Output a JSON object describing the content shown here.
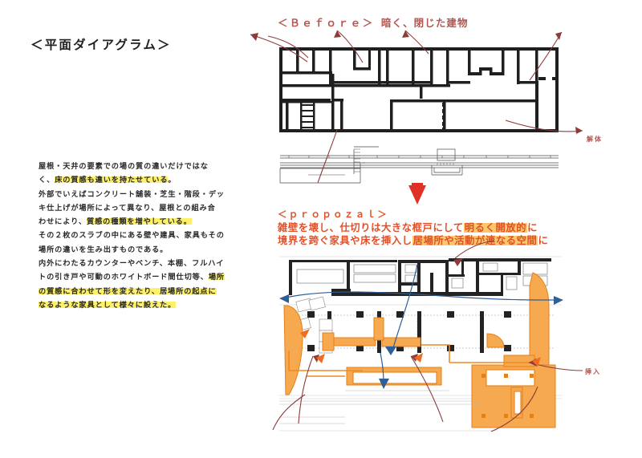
{
  "board": {
    "title": "＜平面ダイアグラム＞",
    "background_color": "#ffffff"
  },
  "before_section": {
    "tag": "＜Ｂｅｆｏｒｅ＞",
    "caption": "暗く、閉じた建物",
    "text_color": "#b3564f",
    "annotation": "解体"
  },
  "transition": {
    "arrow_icon": "down-arrow-icon",
    "color": "#e03127"
  },
  "proposal_section": {
    "tag": "＜ｐｒｏｐｏｚａｌ＞",
    "line1_a": "雑壁を壊し、仕切りは大きな框戸にして",
    "line1_hl": "明るく開放的",
    "line1_b": "に",
    "line2_a": "境界を跨ぐ家具や床を挿入し",
    "line2_hl": "居場所や活動が連なる空間",
    "line2_b": "に",
    "text_color": "#e0502a",
    "highlight_color": "#fbc96a",
    "annotation": "挿入"
  },
  "description": {
    "l1": "屋根・天井の要素での場の質の違いだけではな",
    "l2_a": "く、",
    "l2_hl": "床の質感も違いを持たせている",
    "l2_b": "。",
    "l3": "外部でいえばコンクリート舗装・芝生・階段・デッ",
    "l4": "キ仕上げが場所によって異なり、屋根との組み合",
    "l5_a": "わせにより、",
    "l5_hl": "質感の種類を増やしている。",
    "l6": "その２枚のスラブの中にある壁や建具、家具もその",
    "l7": "場所の違いを生み出すものである。",
    "l8": "内外にわたるカウンターやベンチ、本棚、フルハイ",
    "l9_a": "トの引き戸や可動のホワイトボード間仕切等、",
    "l9_hl": "場所",
    "l10_hl": "の質感に合わせて形を変えたり、居場所の起点に",
    "l11_hl": "なるような家具として様々に設えた。",
    "highlight_color": "#fdf06a"
  },
  "drawings": {
    "before_plan": {
      "name": "before-floor-plan",
      "wall_color": "#1f1f1f",
      "description": "Dark heavy-walled closed floor plan with many small partitioned rooms"
    },
    "before_section": {
      "name": "before-building-section",
      "line_color": "#3a3a3a",
      "description": "Thin-line longitudinal building section below the before plan"
    },
    "proposal_plan": {
      "name": "proposal-floor-plan",
      "wall_color": "#232323",
      "furniture_color": "#ef8b22",
      "furniture_fill": "#f9a94a",
      "flow_arrow_color": "#2f5f96",
      "description": "Open plan with orange inserted furniture, slabs and blue circulation arrows"
    },
    "radiating_arrows": {
      "name": "radiating-arrow",
      "color": "#8d3b3b",
      "count": 8
    }
  }
}
